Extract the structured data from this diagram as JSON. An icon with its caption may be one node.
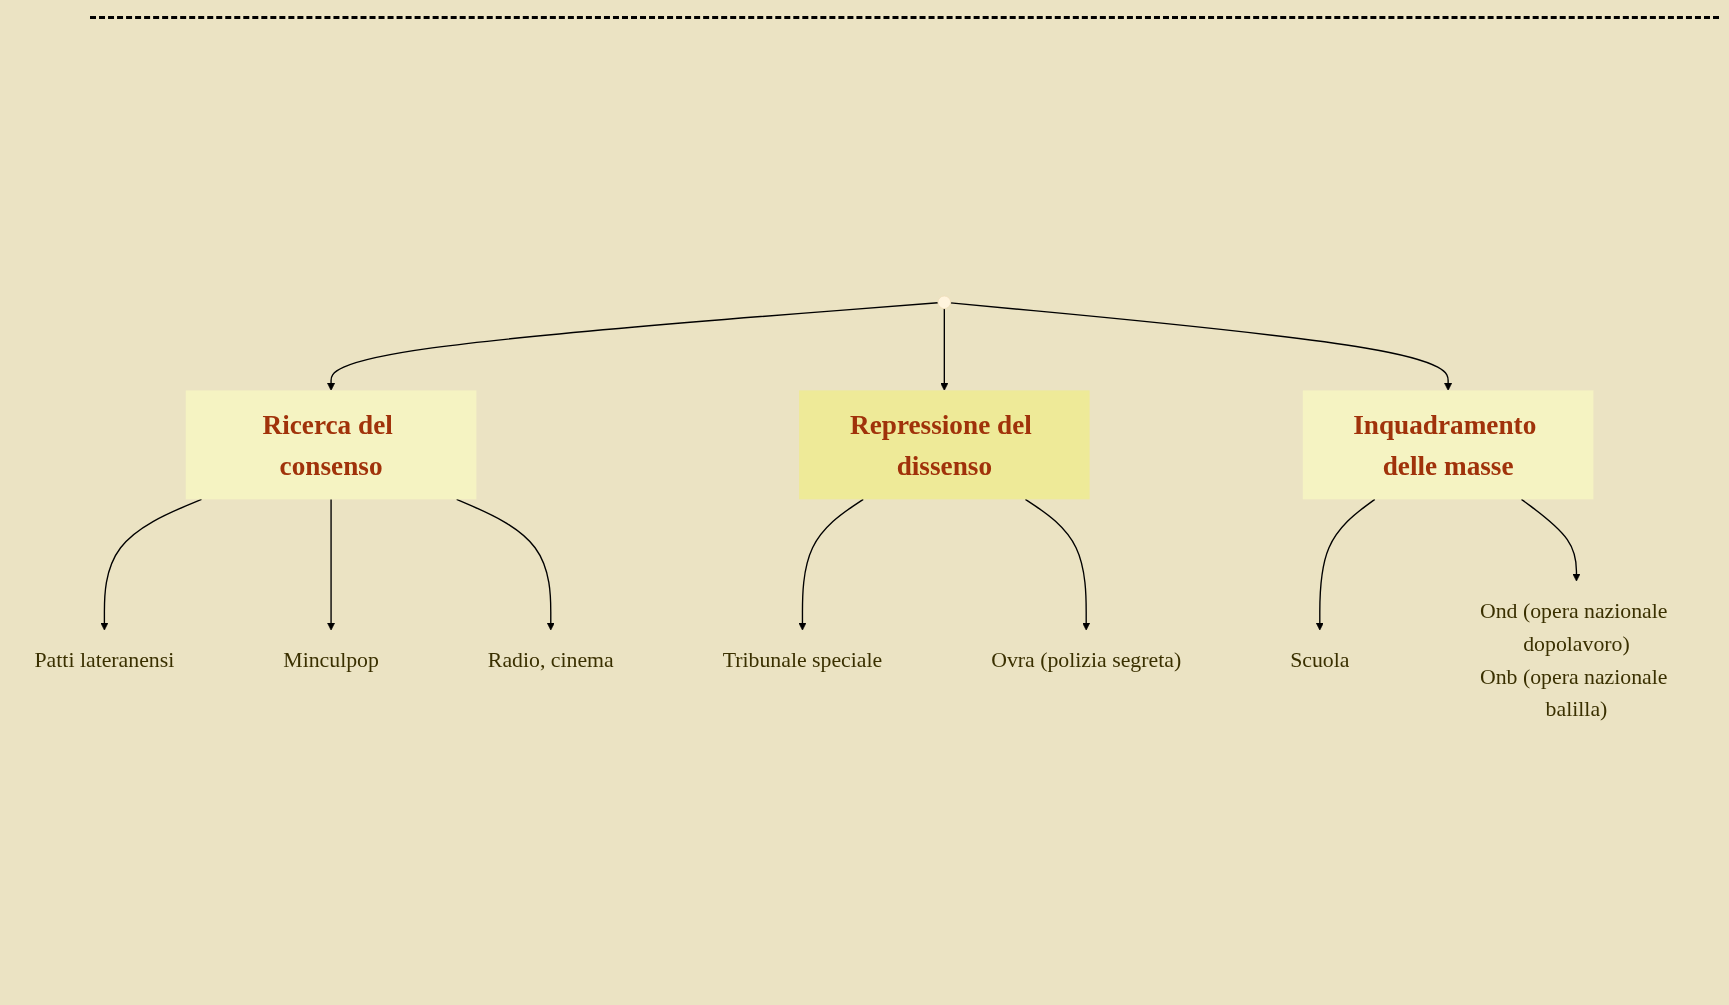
{
  "diagram": {
    "nodes": [
      {
        "text": [
          "Ricerca del consenso"
        ]
      },
      {
        "text": [
          "Repressione del dissenso"
        ]
      },
      {
        "text": [
          "Inquadramento delle masse"
        ]
      },
      {
        "text": [
          "Patti lateranensi"
        ]
      },
      {
        "text": [
          "Minculpop"
        ]
      },
      {
        "text": [
          "Radio, cinema"
        ]
      },
      {
        "text": [
          "Tribunale speciale"
        ]
      },
      {
        "text": [
          "Ovra (polizia segreta)"
        ]
      },
      {
        "text": [
          "Scuola"
        ]
      },
      {
        "text": [
          "Ond (opera nazionale dopolavoro)",
          "Onb (opera nazionale balilla)"
        ]
      }
    ],
    "edges": [
      {
        "from": null,
        "to": 0,
        "arrow": "to"
      },
      {
        "from": null,
        "to": 1,
        "arrow": "to"
      },
      {
        "from": null,
        "to": 2,
        "arrow": "to"
      },
      {
        "from": 0,
        "to": 3,
        "arrow": "to"
      },
      {
        "from": 0,
        "to": 4,
        "arrow": "to"
      },
      {
        "from": 0,
        "to": 5,
        "arrow": "to"
      },
      {
        "from": 1,
        "to": 6,
        "arrow": "to"
      },
      {
        "from": 1,
        "to": 7,
        "arrow": "to"
      },
      {
        "from": 2,
        "to": 8,
        "arrow": "to"
      },
      {
        "from": 2,
        "to": 9,
        "arrow": "to"
      }
    ]
  }
}
